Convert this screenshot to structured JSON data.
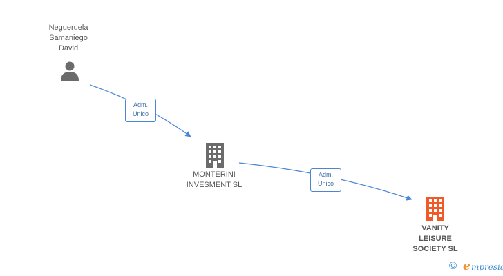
{
  "nodes": {
    "person": {
      "label_lines": [
        "Negueruela",
        "Samaniego",
        "David"
      ]
    },
    "company1": {
      "label_lines": [
        "MONTERINI",
        "INVESMENT SL"
      ]
    },
    "company2": {
      "label_lines": [
        "VANITY",
        "LEISURE",
        "SOCIETY SL"
      ]
    }
  },
  "edges": [
    {
      "label_lines": [
        "Adm.",
        "Unico"
      ]
    },
    {
      "label_lines": [
        "Adm.",
        "Unico"
      ]
    }
  ],
  "colors": {
    "edge": "#4a86d4",
    "node_icon": "#6b6b6b",
    "target_icon": "#f05a28",
    "brand_orange": "#f0922f",
    "brand_blue": "#3a8bd0"
  },
  "footer": {
    "copyright_symbol": "©",
    "brand_initial": "e",
    "brand_rest": "mpresia"
  }
}
